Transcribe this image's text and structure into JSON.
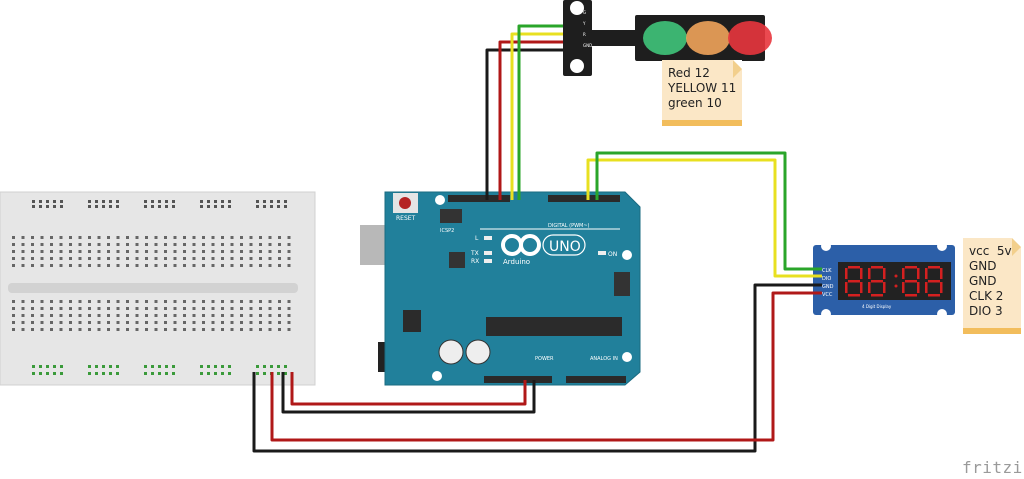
{
  "arduino": {
    "label_brand": "Arduino",
    "label_model": "UNO",
    "label_reset": "RESET",
    "label_icsp2": "ICSP2",
    "label_icsp": "ICSP",
    "label_digital": "DIGITAL (PWM~)",
    "label_power": "POWER",
    "label_analog": "ANALOG IN",
    "label_on": "ON",
    "label_l": "L",
    "label_tx": "TX",
    "label_rx": "RX"
  },
  "traffic_light": {
    "pins": [
      "G",
      "Y",
      "R",
      "GND"
    ],
    "led_colors": [
      "#3fc47a",
      "#f0a35a",
      "#e8353d"
    ]
  },
  "note_traffic": {
    "lines": [
      "Red 12",
      "YELLOW 11",
      "green 10"
    ]
  },
  "display": {
    "pins": [
      "CLK",
      "DIO",
      "GND",
      "VCC"
    ],
    "label": "4 Digit Display",
    "digit_color": "#e02020"
  },
  "note_display": {
    "lines": [
      "vcc  5v",
      "GND",
      "GND",
      "CLK 2",
      "DIO 3"
    ]
  },
  "wire_colors": {
    "red": "#b01818",
    "black": "#1a1a1a",
    "yellow": "#e8e020",
    "green": "#2aa52a"
  },
  "logo": "fritzing"
}
